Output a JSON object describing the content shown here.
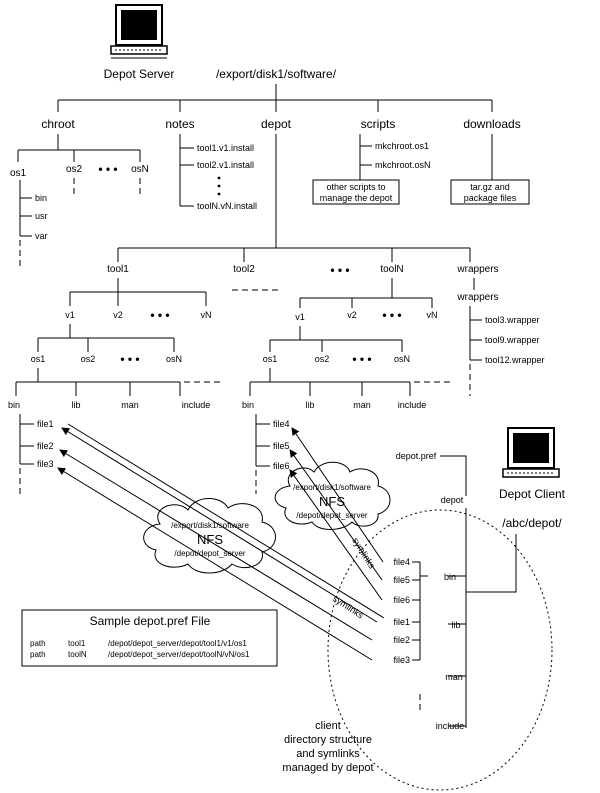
{
  "server": {
    "label": "Depot Server",
    "root_path": "/export/disk1/software/"
  },
  "top_dirs": {
    "chroot": "chroot",
    "notes": "notes",
    "depot": "depot",
    "scripts": "scripts",
    "downloads": "downloads"
  },
  "chroot": {
    "os1": "os1",
    "os2": "os2",
    "osN": "osN",
    "bin": "bin",
    "usr": "usr",
    "var": "var",
    "dots": "• • •"
  },
  "notes": {
    "item1": "tool1.v1.install",
    "item2": "tool2.v1.install",
    "itemN": "toolN.vN.install"
  },
  "scripts": {
    "s1": "mkchroot.os1",
    "sN": "mkchroot.osN",
    "box_line1": "other scripts to",
    "box_line2": "manage the depot"
  },
  "downloads": {
    "box_line1": "tar.gz and",
    "box_line2": "package files"
  },
  "depot": {
    "tool1": "tool1",
    "tool2": "tool2",
    "toolN": "toolN",
    "dots": "•   •   •",
    "wrappers_top": "wrappers",
    "wrappers_sub": "wrappers",
    "wrapper_files": [
      "tool3.wrapper",
      "tool9.wrapper",
      "tool12.wrapper"
    ],
    "left": {
      "v1": "v1",
      "v2": "v2",
      "vN": "vN",
      "os1": "os1",
      "os2": "os2",
      "osN": "osN",
      "bin": "bin",
      "lib": "lib",
      "man": "man",
      "include": "include",
      "files": [
        "file1",
        "file2",
        "file3"
      ]
    },
    "right": {
      "v1": "v1",
      "v2": "v2",
      "vN": "vN",
      "os1": "os1",
      "os2": "os2",
      "osN": "osN",
      "bin": "bin",
      "lib": "lib",
      "man": "man",
      "include": "include",
      "files": [
        "file4",
        "file5",
        "file6"
      ]
    }
  },
  "nfs_left": {
    "path": "/export/disk1/software",
    "label": "NFS",
    "mount": "/depot/depot_server"
  },
  "nfs_right": {
    "path": "/export/disk1/software",
    "label": "NFS",
    "mount": "/depot/depot_server"
  },
  "symlinks_labels": [
    "symlinks",
    "symlinks"
  ],
  "client": {
    "label": "Depot Client",
    "path": "/abc/depot/",
    "pref": "depot.pref",
    "depot": "depot",
    "bin": "bin",
    "lib": "lib",
    "man": "man",
    "include": "include",
    "files": [
      "file4",
      "file5",
      "file6",
      "file1",
      "file2",
      "file3"
    ],
    "caption": [
      "client",
      "directory structure",
      "and symlinks",
      "managed by depot"
    ]
  },
  "pref_file": {
    "title": "Sample depot.pref File",
    "rows": [
      [
        "path",
        "tool1",
        "/depot/depot_server/depot/tool1/v1/os1"
      ],
      [
        "path",
        "toolN",
        "/depot/depot_server/depot/toolN/vN/os1"
      ]
    ]
  }
}
